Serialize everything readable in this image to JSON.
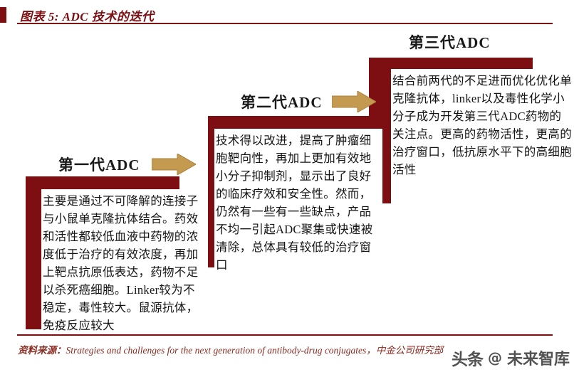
{
  "header": {
    "title": "图表 5: ADC 技术的迭代",
    "accent_color": "#7d0e11"
  },
  "colors": {
    "dark_red": "#7d0e11",
    "arrow_gold": "#c49a51",
    "text_dark": "#141414",
    "source_red": "#8a2b22"
  },
  "generations": [
    {
      "label": "第一代ADC",
      "body": "主要是通过不可降解的连接子与小鼠单克隆抗体结合。药效和活性都较低血液中药物的浓度低于治疗的有效浓度，再加上靶点抗原低表达，药物不足以杀死癌细胞。Linker较为不稳定，毒性较大。鼠源抗体，免疫反应较大"
    },
    {
      "label": "第二代ADC",
      "body": "技术得以改进，提高了肿瘤细胞靶向性，再加上更加有效地小分子抑制剂，显示出了良好的临床疗效和安全性。然而，仍然有一些有一些缺点，产品不均一引起ADC聚集或快速被清除，总体具有较低的治疗窗口"
    },
    {
      "label": "第三代ADC",
      "body": "结合前两代的不足进而优化优化单克隆抗体，linker以及毒性化学小分子成为开发第三代ADC药物的关注点。更高的药物活性，更高的治疗窗口，低抗原水平下的高细胞活性"
    }
  ],
  "arrows": [
    {
      "name": "arrow-gen1-to-gen2"
    },
    {
      "name": "arrow-gen2-to-gen3"
    }
  ],
  "footer": {
    "source_label": "资料来源：",
    "source_en": "Strategies and challenges for the next generation of antibody-drug conjugates，",
    "source_cn": "中金公司研究部"
  },
  "watermark": {
    "brand": "头条",
    "at": "@",
    "name": "未来智库"
  }
}
